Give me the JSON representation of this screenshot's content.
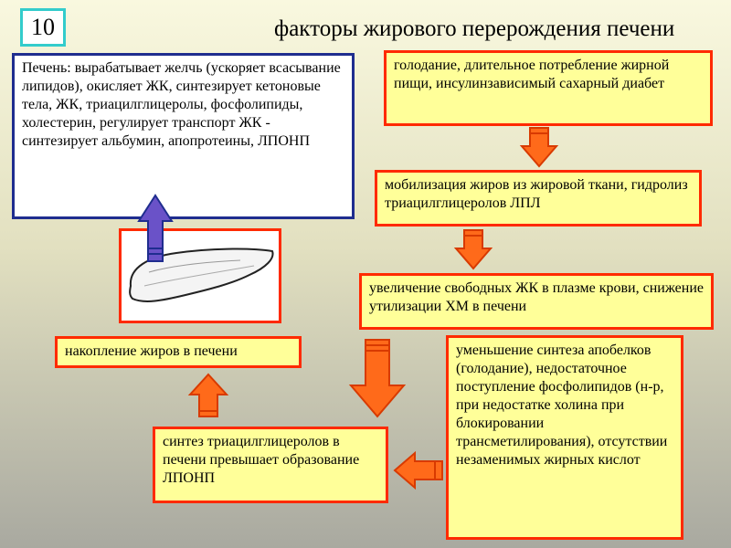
{
  "slide_number": "10",
  "title": "факторы жирового перерождения печени",
  "boxes": {
    "liver_functions": "Печень: вырабатывает желчь (ускоряет всасывание липидов), окисляет ЖК, синтезирует кетоновые тела, ЖК, триацилглицеролы, фосфолипиды, холестерин, регулирует транспорт ЖК - синтезирует альбумин, апопротеины, ЛПОНП",
    "starvation": "голодание, длительное потребление жирной пищи, инсулинзависимый сахарный диабет",
    "mobilization": "мобилизация жиров из жировой ткани, гидролиз триацилглицеролов ЛПЛ",
    "free_fa": "увеличение свободных ЖК в плазме крови, снижение утилизации ХМ в печени",
    "apoprotein": "уменьшение синтеза апобелков (голодание), недостаточное поступление фосфолипидов (н-р, при недостатке холина при блокировании трансметилирования), отсутствии незаменимых жирных кислот",
    "accumulation": "накопление жиров в печени",
    "synthesis": "синтез триацилглицеролов в печени превышает образование ЛПОНП"
  },
  "colors": {
    "box_fill": "#ffff99",
    "box_border": "#ff2a00",
    "arrow_orange": "#ff6a1a",
    "arrow_blue": "#6a52c8",
    "blue_border": "#1f2d8f",
    "slide_number_border": "#33cccc"
  },
  "icons": [
    "liver-image",
    "down-arrow",
    "up-arrow",
    "left-arrow",
    "diagonal-arrow"
  ]
}
